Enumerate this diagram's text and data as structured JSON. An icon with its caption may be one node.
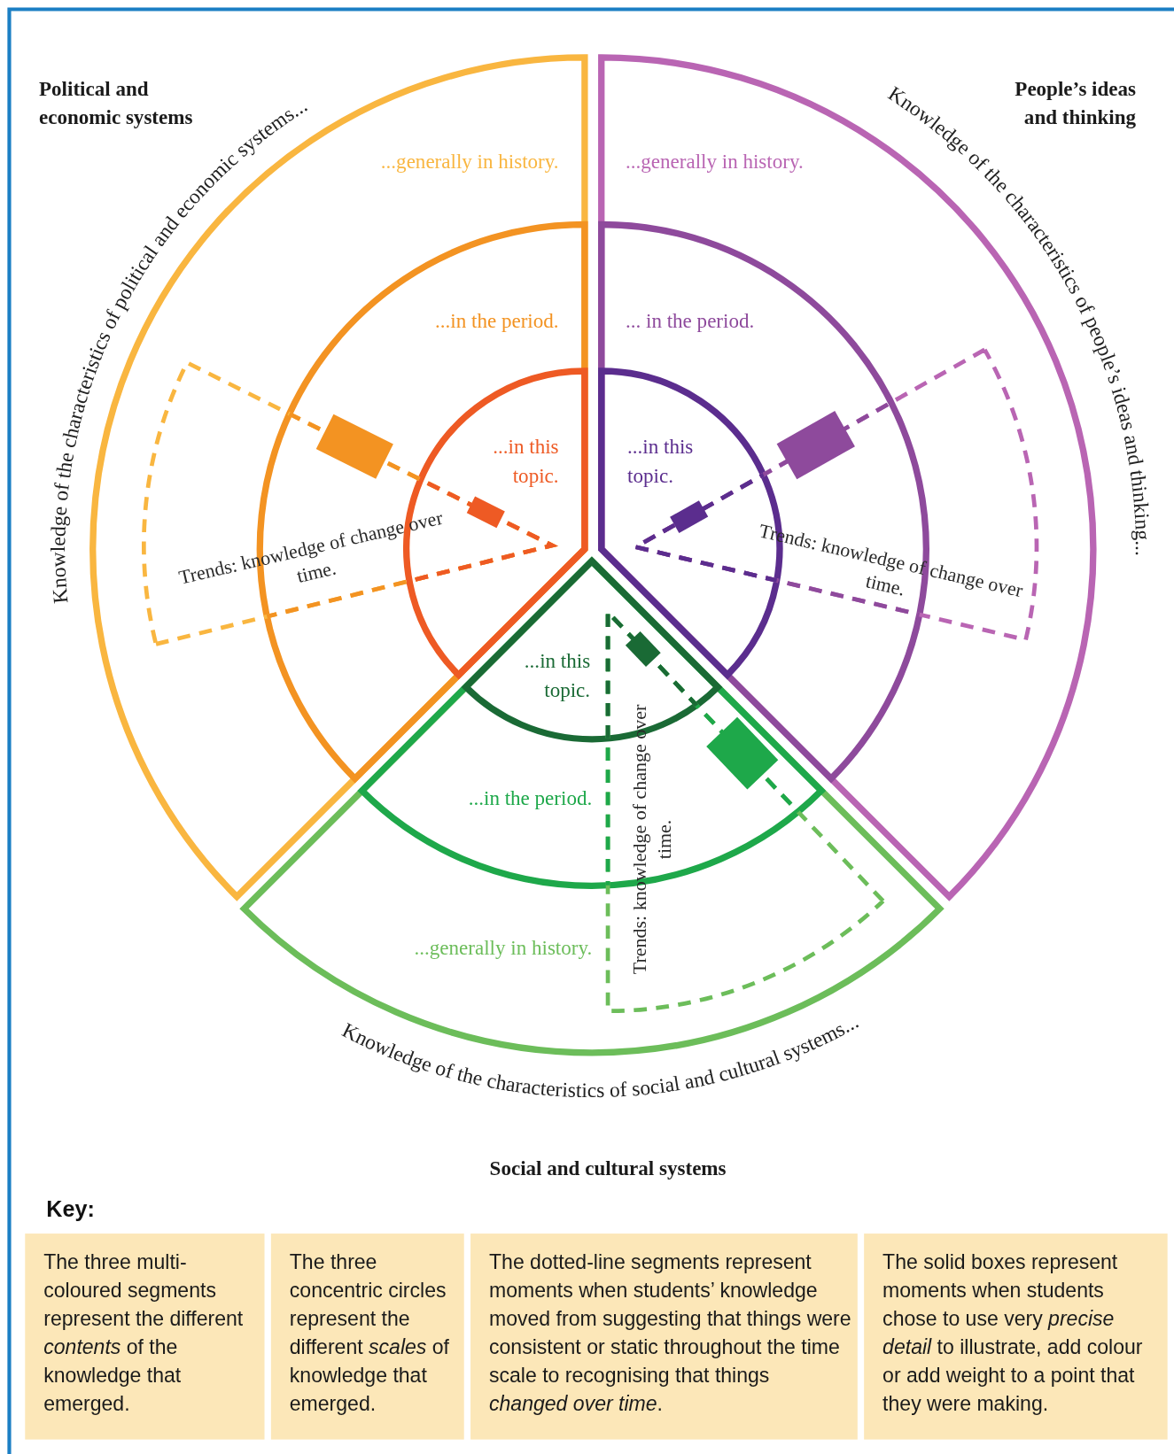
{
  "diagram": {
    "nodes": [
      {
        "text": [
          "...generally in history."
        ],
        "beside": [
          "Knowledge of the characteristics of political and economic systems...",
          "Political and economic systems"
        ]
      },
      {
        "text": [
          "...in the period."
        ],
        "in": 0
      },
      {
        "text": [
          "...in this topic."
        ],
        "in": 1
      },
      {
        "text": [
          "...generally in history."
        ],
        "beside": [
          "Knowledge of the characteristics of people’s ideas and thinking...",
          "People’s ideas and thinking"
        ]
      },
      {
        "text": [
          "... in the period."
        ],
        "in": 3
      },
      {
        "text": [
          "...in this topic."
        ],
        "in": 4
      },
      {
        "text": [
          "...generally in history."
        ],
        "beside": [
          "Knowledge of the characteristics of social and cultural systems...",
          "Social and cultural systems"
        ]
      },
      {
        "text": [
          "...in the period."
        ],
        "in": 6
      },
      {
        "text": [
          "...in this topic."
        ],
        "in": 7
      },
      {
        "text": [
          "Trends: knowledge of change over time."
        ],
        "in": 0
      },
      {
        "text": [
          "Trends: knowledge of change over time."
        ],
        "in": 3
      },
      {
        "text": [
          "Trends: knowledge of change over time."
        ],
        "in": 6
      }
    ],
    "edges": [],
    "labels": [
      "Key:",
      "The three multi-coloured segments represent the different *contents* of the knowledge that emerged.",
      "The three concentric circles represent the different *scales* of knowledge that emerged.",
      "The dotted-line segments represent moments when students’ knowledge moved from suggesting that things were consistent or static throughout the time scale to recognising that things *changed over time*.",
      "The solid boxes represent moments when students chose to use very *precise detail* to illustrate, add colour or add weight to a point that they were making."
    ]
  }
}
